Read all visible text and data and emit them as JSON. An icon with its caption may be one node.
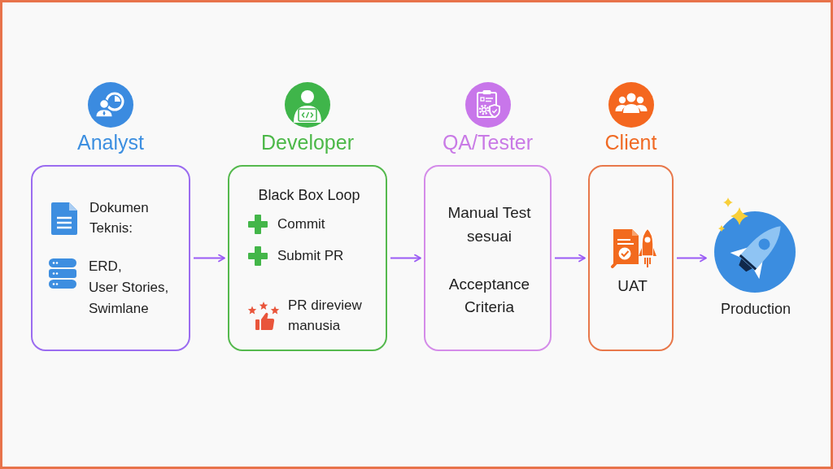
{
  "diagram": {
    "nodes": [
      {
        "text": [
          "Analyst",
          "Dokumen Teknis:",
          "ERD, User Stories, Swimlane"
        ]
      },
      {
        "text": [
          "Developer",
          "Black Box Loop",
          "Commit",
          "Submit PR",
          "PR direview manusia"
        ]
      },
      {
        "text": [
          "QA/Tester",
          "Manual Test sesuai",
          "Acceptance Criteria"
        ]
      },
      {
        "text": [
          "Client",
          "UAT"
        ]
      },
      {
        "text": [
          "Production"
        ]
      }
    ],
    "edges": [
      {
        "from": 0,
        "to": 1,
        "arrow": "to"
      },
      {
        "from": 1,
        "to": 2,
        "arrow": "to"
      },
      {
        "from": 2,
        "to": 3,
        "arrow": "to"
      },
      {
        "from": 3,
        "to": 4,
        "arrow": "to"
      }
    ]
  }
}
